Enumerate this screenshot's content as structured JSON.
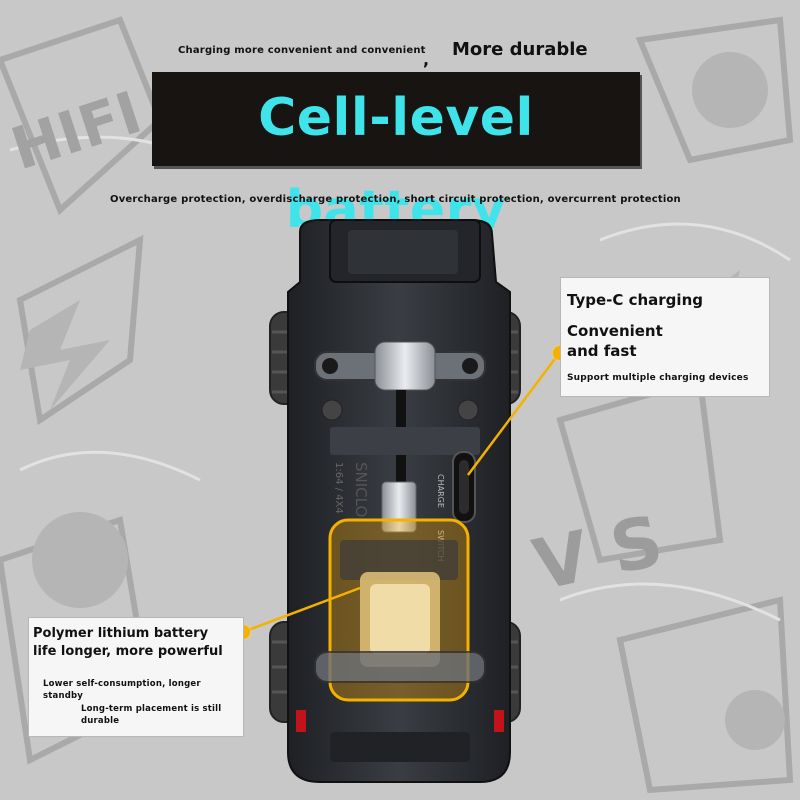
{
  "header": {
    "left_tagline": "Charging more convenient and convenient",
    "comma": ",",
    "right_tagline": "More durable",
    "title": "Cell-level battery",
    "protections": "Overcharge protection, overdischarge protection, short circuit protection, overcurrent protection"
  },
  "type_c_card": {
    "title": "Type-C charging",
    "line1": "Convenient",
    "line2": "and fast",
    "note": "Support multiple charging devices"
  },
  "battery_card": {
    "title_line1": "Polymer lithium battery",
    "title_line2": "life longer, more powerful",
    "note1_line1": "Lower self-consumption, longer",
    "note1_line2": "standby",
    "note2_line1": "Long-term placement is still",
    "note2_line2": "durable"
  },
  "car": {
    "label_charge": "CHARGE",
    "label_switch": "SWITCH",
    "label_model": "SNICLO",
    "label_scale": "1:64 / 4X4"
  },
  "colors": {
    "title_text": "#3fe3ea",
    "title_bg": "#171412",
    "accent": "#f5b100",
    "car_body": "#2c2e33"
  },
  "icons": {
    "pointer_dot": "orange-dot-icon"
  }
}
